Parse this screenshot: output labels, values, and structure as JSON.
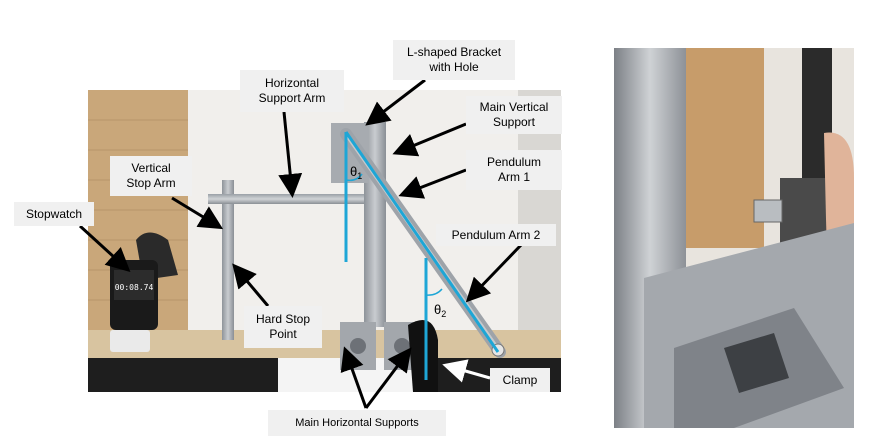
{
  "labels": {
    "bracket": "L-shaped Bracket\nwith Hole",
    "horizontal_arm": "Horizontal\nSupport Arm",
    "main_vertical": "Main Vertical\nSupport",
    "vertical_stop": "Vertical\nStop Arm",
    "pendulum1": "Pendulum\nArm 1",
    "stopwatch": "Stopwatch",
    "pendulum2": "Pendulum Arm 2",
    "hard_stop": "Hard Stop\nPoint",
    "clamp": "Clamp",
    "horizontal_supports": "Main Horizontal Supports"
  },
  "angles": {
    "theta1": "θ",
    "theta1_sub": "1",
    "theta2": "θ",
    "theta2_sub": "2"
  },
  "stopwatch_display": "00:08.74",
  "colors": {
    "reference_line": "#1ea6d6",
    "callout_bg": "#f0f0f0",
    "arrow": "#000000"
  }
}
